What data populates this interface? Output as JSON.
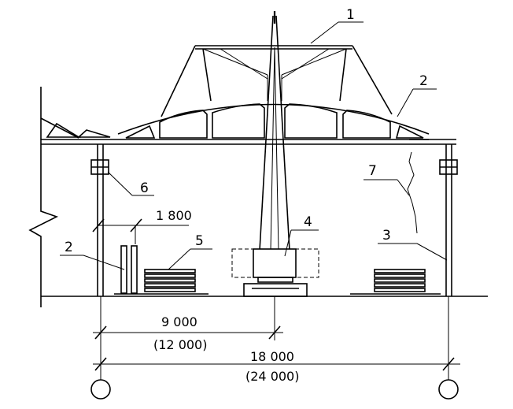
{
  "diagram": {
    "labels": {
      "l1": "1",
      "l2_top": "2",
      "l2_left": "2",
      "l3": "3",
      "l4": "4",
      "l5": "5",
      "l6": "6",
      "l7": "7"
    },
    "dimensions": {
      "d_1800": "1 800",
      "d_9000": "9 000",
      "d_12000": "(12 000)",
      "d_18000": "18 000",
      "d_24000": "(24 000)"
    }
  }
}
